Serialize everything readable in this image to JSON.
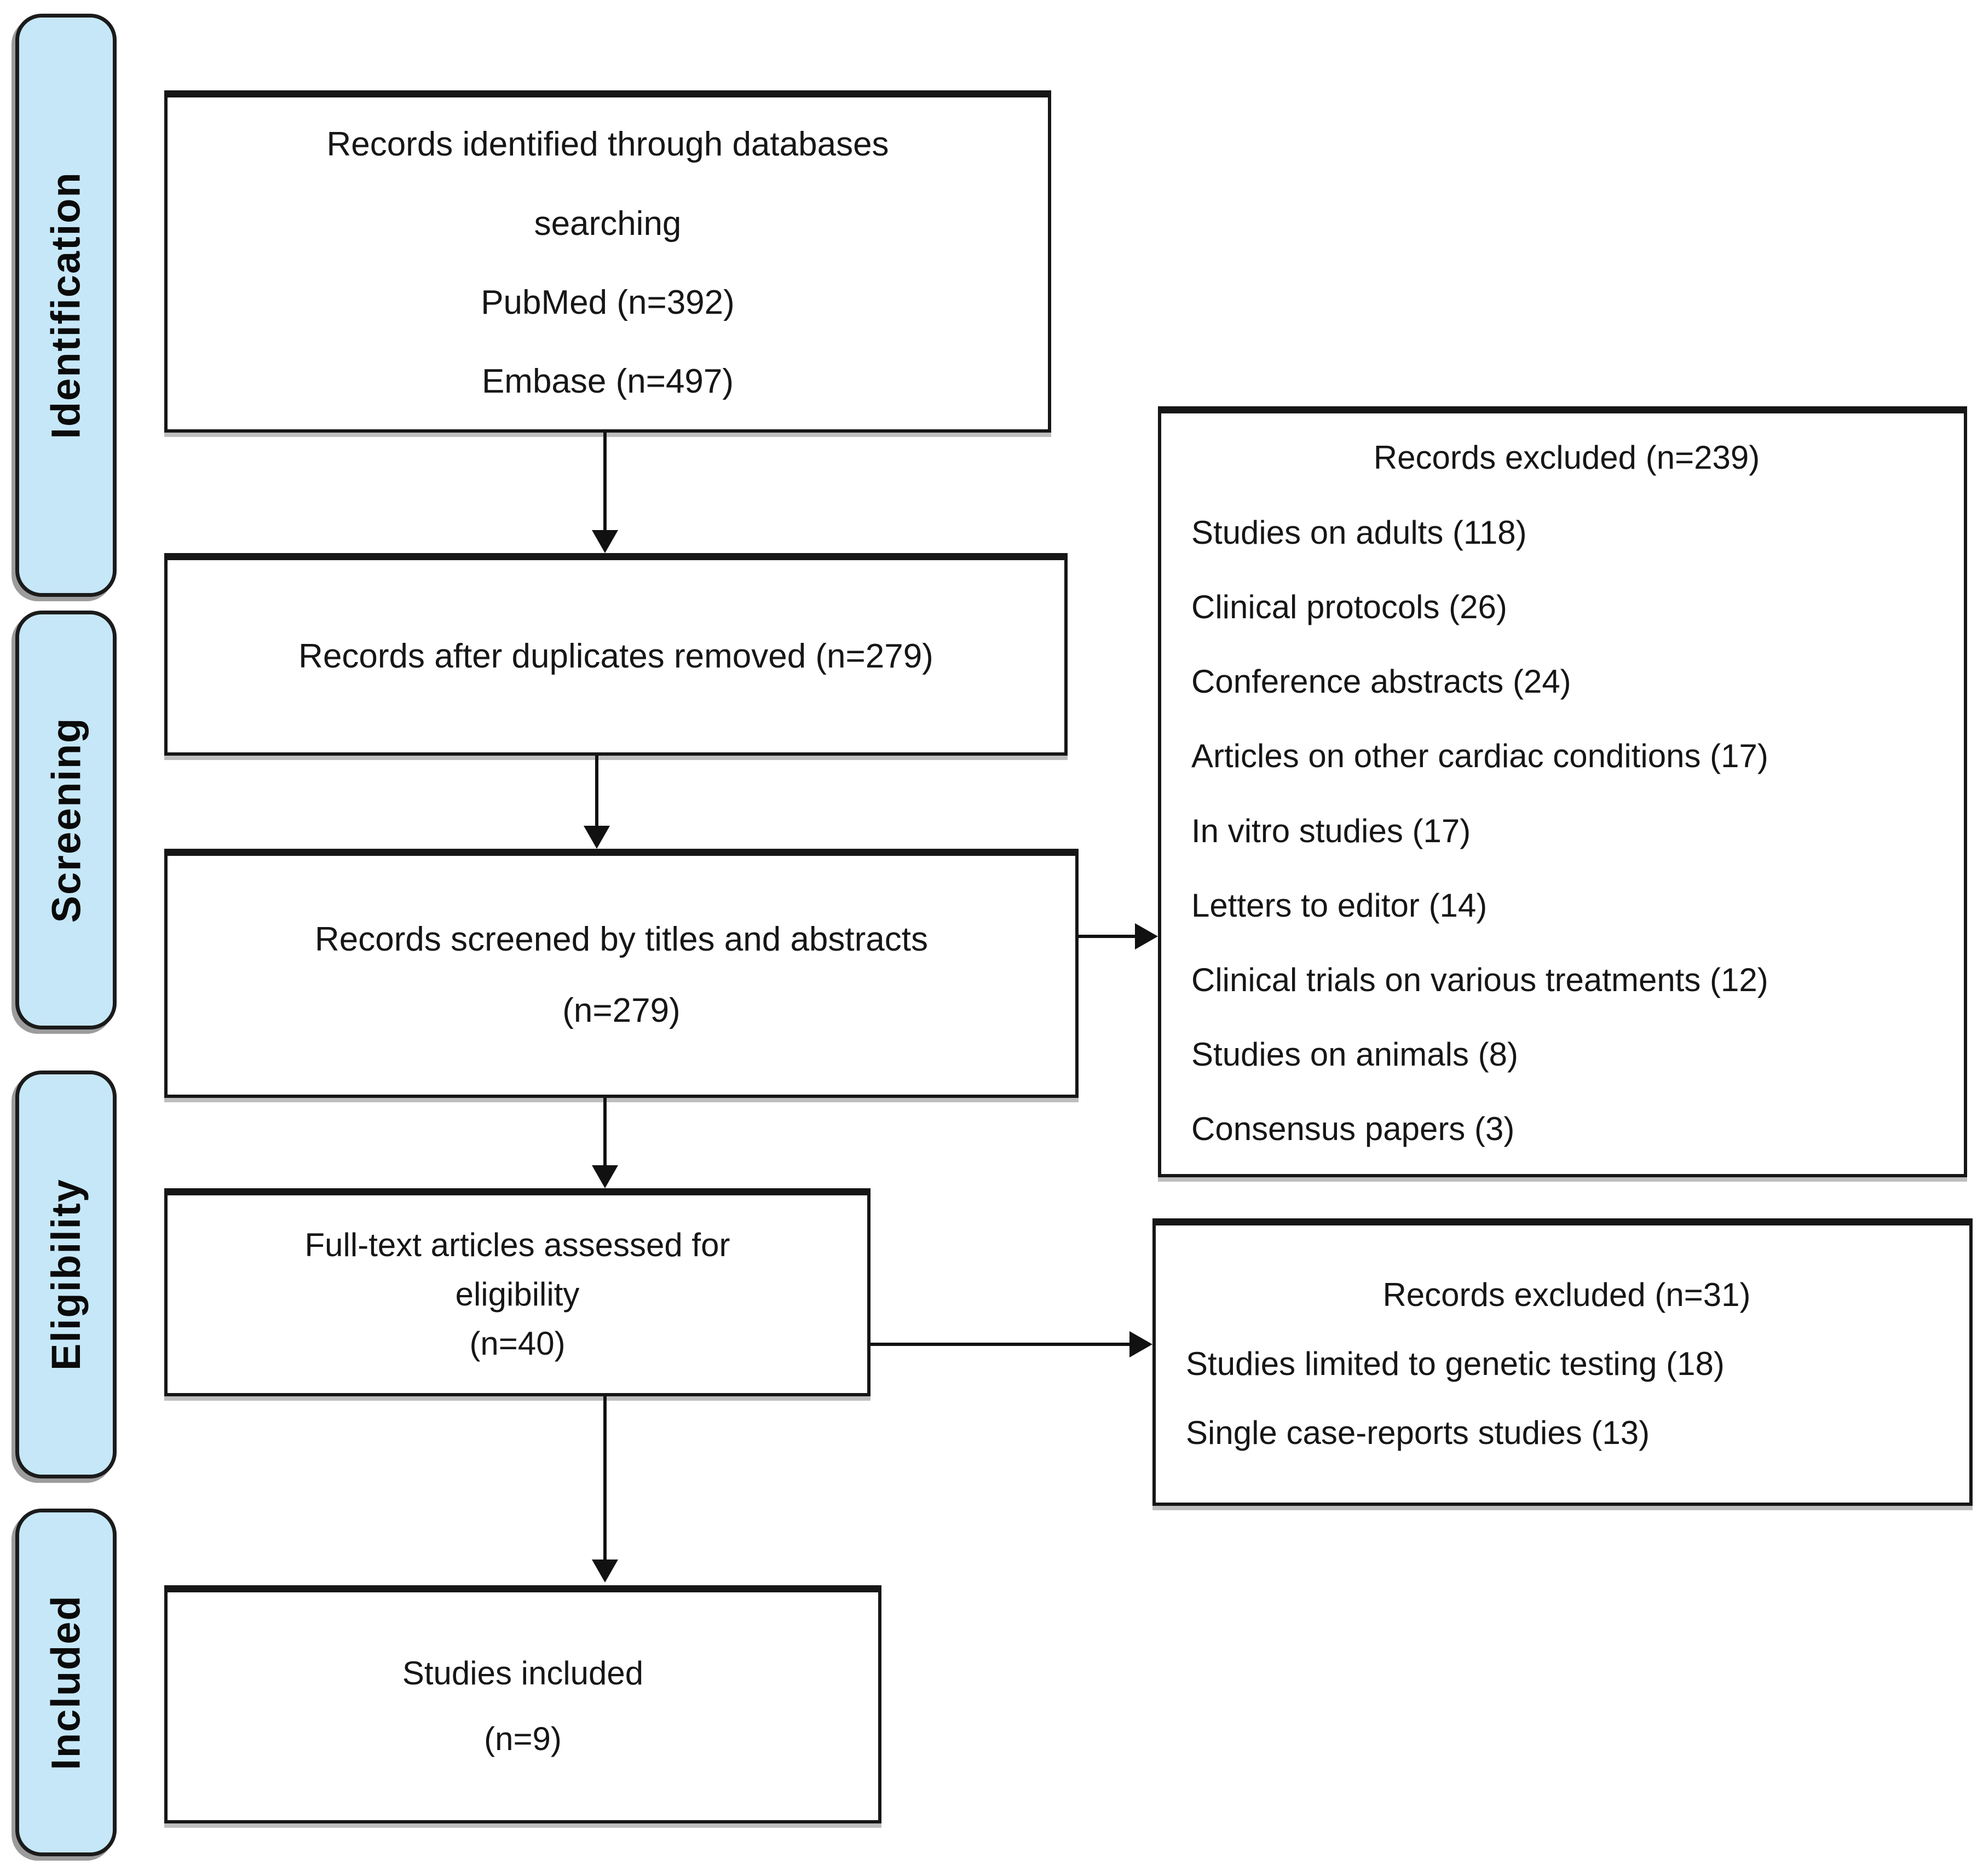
{
  "stages": [
    {
      "label": "Identification"
    },
    {
      "label": "Screening"
    },
    {
      "label": "Eligibility"
    },
    {
      "label": "Included"
    }
  ],
  "flow_boxes": {
    "identified": {
      "lines": [
        "Records identified through databases",
        "searching",
        "PubMed (n=392)",
        "Embase (n=497)"
      ]
    },
    "duplicates": {
      "lines": [
        "Records after duplicates removed (n=279)"
      ]
    },
    "screened": {
      "lines": [
        "Records screened by titles and abstracts",
        "(n=279)"
      ]
    },
    "fulltext": {
      "lines": [
        "Full-text articles assessed for",
        "eligibility",
        "(n=40)"
      ]
    },
    "included": {
      "lines": [
        "Studies included",
        "(n=9)"
      ]
    }
  },
  "excluded_boxes": {
    "screening": {
      "title": "Records excluded (n=239)",
      "items": [
        "Studies on adults (118)",
        "Clinical protocols (26)",
        "Conference abstracts (24)",
        "Articles on other cardiac conditions (17)",
        "In vitro studies (17)",
        "Letters to editor (14)",
        "Clinical trials on various treatments (12)",
        "Studies on animals (8)",
        "Consensus papers (3)"
      ]
    },
    "fulltext": {
      "title": "Records excluded (n=31)",
      "items": [
        "Studies limited to genetic testing (18)",
        "Single case-reports studies (13)"
      ]
    }
  },
  "colors": {
    "stage_fill": "#c6e7f8",
    "border": "#161616",
    "background": "#ffffff"
  }
}
